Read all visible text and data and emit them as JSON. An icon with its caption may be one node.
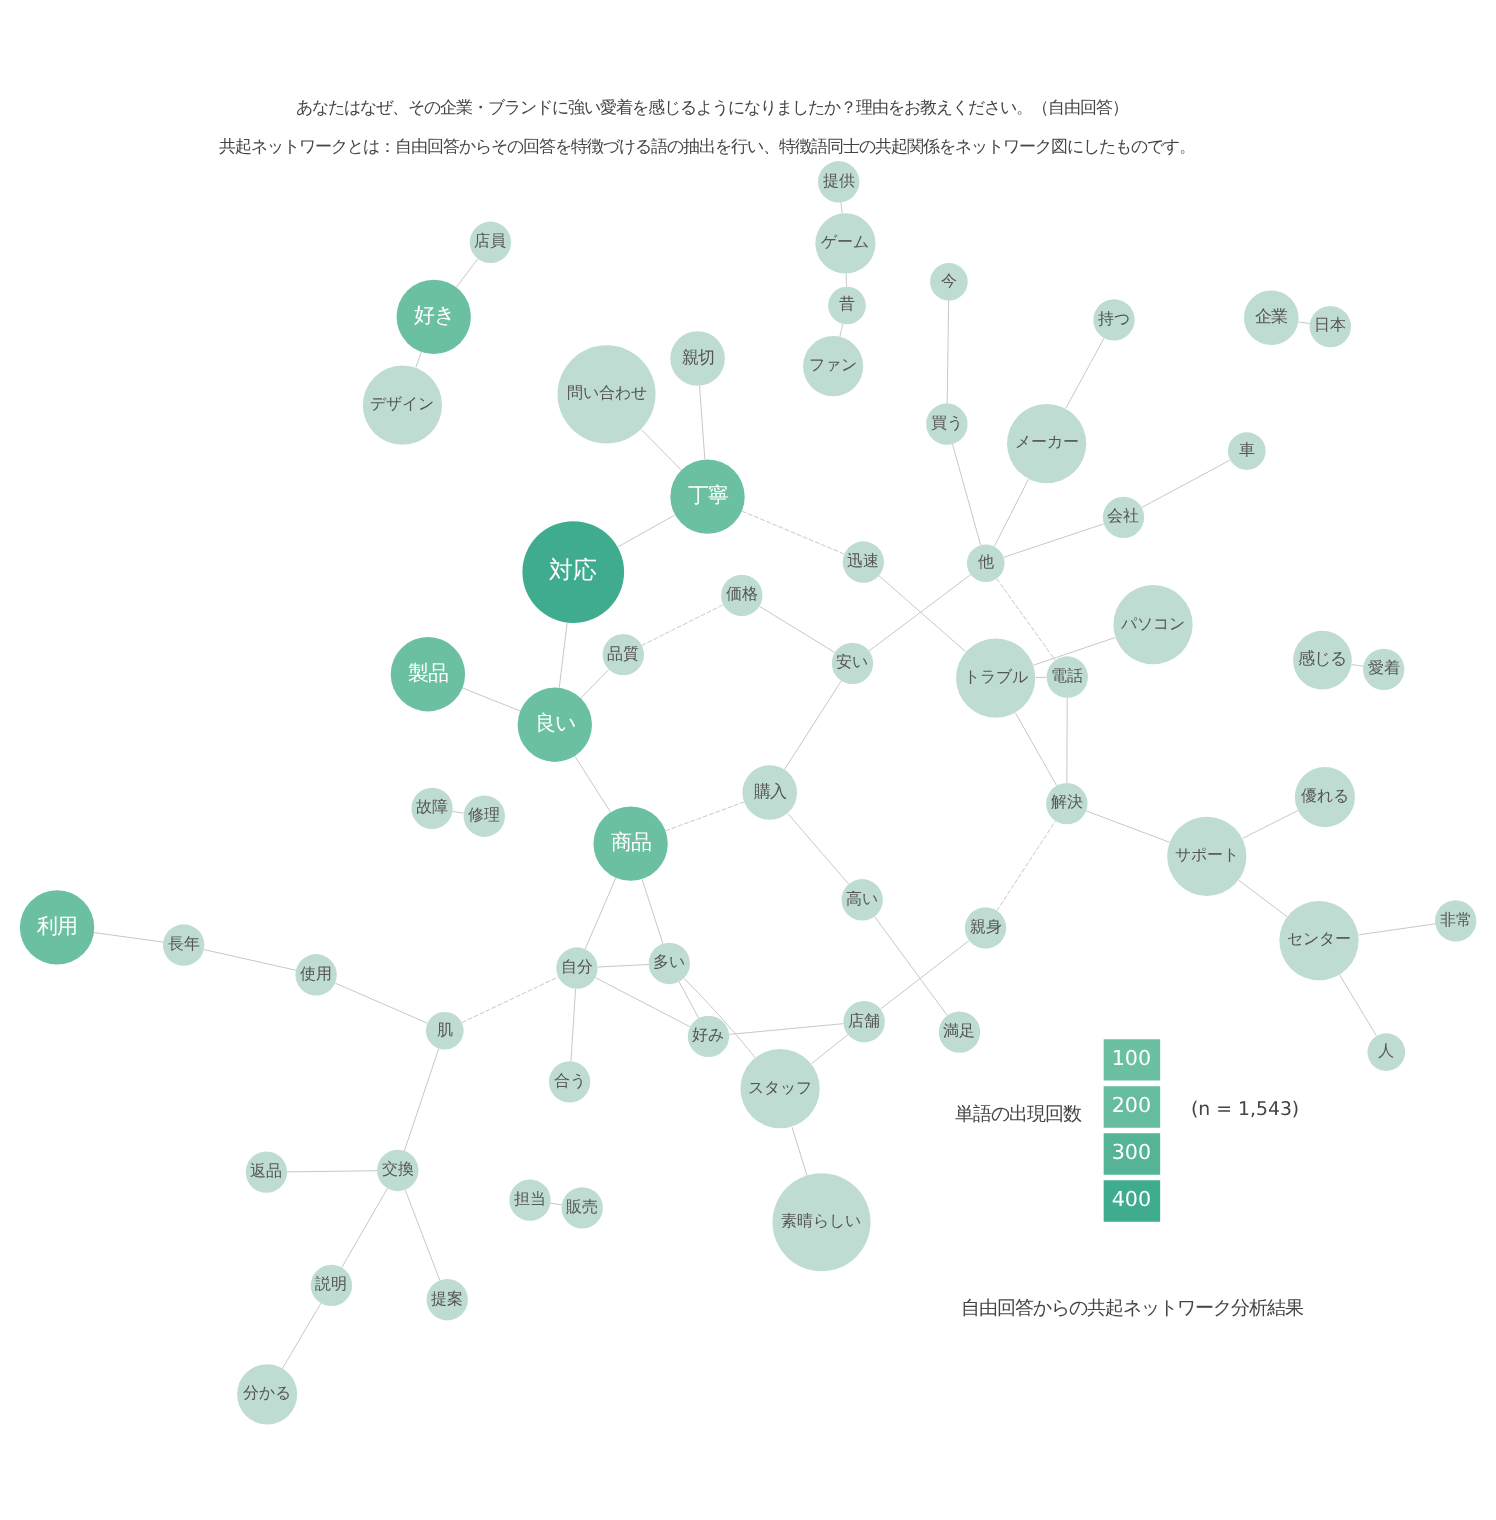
{
  "diagram": {
    "title": "あなたはなぜ、その企業・ブランドに強い愛着を感じるようになりましたか？理由をお教えください。（自由回答）",
    "caption": "共起ネットワークとは：自由回答からその回答を特徴づける語の抽出を行い、特徴語同士の共起関係をネットワーク図にしたものです。",
    "nodes": [
      {
        "text": [
          "製品"
        ]
      },
      {
        "text": [
          "良い"
        ]
      },
      {
        "text": [
          "商品"
        ]
      },
      {
        "text": [
          "対応"
        ]
      },
      {
        "text": [
          "丁寧"
        ]
      },
      {
        "text": [
          "利用"
        ]
      },
      {
        "text": [
          "好き"
        ]
      },
      {
        "text": [
          "合う"
        ]
      },
      {
        "text": [
          "自分"
        ]
      },
      {
        "text": [
          "好み"
        ]
      },
      {
        "text": [
          "店舗"
        ]
      },
      {
        "text": [
          "多い"
        ]
      },
      {
        "text": [
          "スタッフ"
        ]
      },
      {
        "text": [
          "素晴らしい"
        ]
      },
      {
        "text": [
          "親身"
        ]
      },
      {
        "text": [
          "問い合わせ"
        ]
      },
      {
        "text": [
          "親切"
        ]
      },
      {
        "text": [
          "提案"
        ]
      },
      {
        "text": [
          "返品"
        ]
      },
      {
        "text": [
          "交換"
        ]
      },
      {
        "text": [
          "肌"
        ]
      },
      {
        "text": [
          "説明"
        ]
      },
      {
        "text": [
          "分かる"
        ]
      },
      {
        "text": [
          "使用"
        ]
      },
      {
        "text": [
          "長年"
        ]
      },
      {
        "text": [
          "品質"
        ]
      },
      {
        "text": [
          "故障"
        ]
      },
      {
        "text": [
          "修理"
        ]
      },
      {
        "text": [
          "高い"
        ]
      },
      {
        "text": [
          "満足"
        ]
      },
      {
        "text": [
          "購入"
        ]
      },
      {
        "text": [
          "価格"
        ]
      },
      {
        "text": [
          "安い"
        ]
      },
      {
        "text": [
          "店員"
        ]
      },
      {
        "text": [
          "担当"
        ]
      },
      {
        "text": [
          "販売"
        ]
      },
      {
        "text": [
          "デザイン"
        ]
      },
      {
        "text": [
          "持つ"
        ]
      },
      {
        "text": [
          "メーカー"
        ]
      },
      {
        "text": [
          "他"
        ]
      },
      {
        "text": [
          "買う"
        ]
      },
      {
        "text": [
          "会社"
        ]
      },
      {
        "text": [
          "今"
        ]
      },
      {
        "text": [
          "車"
        ]
      },
      {
        "text": [
          "企業"
        ]
      },
      {
        "text": [
          "日本"
        ]
      },
      {
        "text": [
          "感じる"
        ]
      },
      {
        "text": [
          "愛着"
        ]
      },
      {
        "text": [
          "ファン"
        ]
      },
      {
        "text": [
          "昔"
        ]
      },
      {
        "text": [
          "ゲーム"
        ]
      },
      {
        "text": [
          "提供"
        ]
      },
      {
        "text": [
          "迅速"
        ]
      },
      {
        "text": [
          "パソコン"
        ]
      },
      {
        "text": [
          "解決"
        ]
      },
      {
        "text": [
          "トラブル"
        ]
      },
      {
        "text": [
          "電話"
        ]
      },
      {
        "text": [
          "サポート"
        ]
      },
      {
        "text": [
          "優れる"
        ]
      },
      {
        "text": [
          "非常"
        ]
      },
      {
        "text": [
          "センター"
        ]
      },
      {
        "text": [
          "人"
        ]
      }
    ],
    "edges": [
      {
        "from": 0,
        "to": 1,
        "arrow": "none"
      },
      {
        "from": 1,
        "to": 2,
        "arrow": "none"
      },
      {
        "from": 1,
        "to": 3,
        "arrow": "none"
      },
      {
        "from": 1,
        "to": 25,
        "arrow": "none"
      },
      {
        "from": 8,
        "to": 7,
        "arrow": "none"
      },
      {
        "from": 8,
        "to": 2,
        "arrow": "none"
      },
      {
        "from": 8,
        "to": 9,
        "arrow": "none"
      },
      {
        "from": 8,
        "to": 11,
        "arrow": "none"
      },
      {
        "from": 9,
        "to": 11,
        "arrow": "none"
      },
      {
        "from": 9,
        "to": 10,
        "arrow": "none"
      },
      {
        "from": 10,
        "to": 12,
        "arrow": "none"
      },
      {
        "from": 10,
        "to": 14,
        "arrow": "none"
      },
      {
        "from": 2,
        "to": 11,
        "arrow": "none"
      },
      {
        "from": 11,
        "to": 12,
        "arrow": "none"
      },
      {
        "from": 12,
        "to": 13,
        "arrow": "none"
      },
      {
        "from": 3,
        "to": 4,
        "arrow": "none"
      },
      {
        "from": 4,
        "to": 15,
        "arrow": "none"
      },
      {
        "from": 4,
        "to": 16,
        "arrow": "none"
      },
      {
        "from": 17,
        "to": 19,
        "arrow": "none"
      },
      {
        "from": 18,
        "to": 19,
        "arrow": "none"
      },
      {
        "from": 22,
        "to": 21,
        "arrow": "none"
      },
      {
        "from": 21,
        "to": 19,
        "arrow": "none"
      },
      {
        "from": 19,
        "to": 20,
        "arrow": "none"
      },
      {
        "from": 20,
        "to": 23,
        "arrow": "none"
      },
      {
        "from": 23,
        "to": 24,
        "arrow": "none"
      },
      {
        "from": 24,
        "to": 5,
        "arrow": "none"
      },
      {
        "from": 26,
        "to": 27,
        "arrow": "none"
      },
      {
        "from": 20,
        "to": 8,
        "arrow": "none",
        "style": "dashed"
      },
      {
        "from": 25,
        "to": 31,
        "arrow": "none",
        "style": "dashed"
      },
      {
        "from": 2,
        "to": 30,
        "arrow": "none",
        "style": "dashed"
      },
      {
        "from": 28,
        "to": 29,
        "arrow": "none"
      },
      {
        "from": 28,
        "to": 30,
        "arrow": "none"
      },
      {
        "from": 30,
        "to": 32,
        "arrow": "none"
      },
      {
        "from": 31,
        "to": 32,
        "arrow": "none"
      },
      {
        "from": 32,
        "to": 39,
        "arrow": "none"
      },
      {
        "from": 33,
        "to": 6,
        "arrow": "none"
      },
      {
        "from": 6,
        "to": 36,
        "arrow": "none"
      },
      {
        "from": 34,
        "to": 35,
        "arrow": "none"
      },
      {
        "from": 37,
        "to": 38,
        "arrow": "none"
      },
      {
        "from": 38,
        "to": 39,
        "arrow": "none"
      },
      {
        "from": 39,
        "to": 40,
        "arrow": "none"
      },
      {
        "from": 39,
        "to": 41,
        "arrow": "none"
      },
      {
        "from": 40,
        "to": 42,
        "arrow": "none"
      },
      {
        "from": 41,
        "to": 43,
        "arrow": "none"
      },
      {
        "from": 39,
        "to": 56,
        "arrow": "none",
        "style": "dashed"
      },
      {
        "from": 44,
        "to": 45,
        "arrow": "none"
      },
      {
        "from": 46,
        "to": 47,
        "arrow": "none"
      },
      {
        "from": 48,
        "to": 49,
        "arrow": "none"
      },
      {
        "from": 49,
        "to": 50,
        "arrow": "none"
      },
      {
        "from": 50,
        "to": 51,
        "arrow": "none"
      },
      {
        "from": 4,
        "to": 52,
        "arrow": "none",
        "style": "dashed"
      },
      {
        "from": 14,
        "to": 54,
        "arrow": "none",
        "style": "dashed"
      },
      {
        "from": 52,
        "to": 55,
        "arrow": "none"
      },
      {
        "from": 53,
        "to": 55,
        "arrow": "none"
      },
      {
        "from": 54,
        "to": 55,
        "arrow": "none"
      },
      {
        "from": 54,
        "to": 56,
        "arrow": "none"
      },
      {
        "from": 54,
        "to": 57,
        "arrow": "none"
      },
      {
        "from": 55,
        "to": 56,
        "arrow": "none"
      },
      {
        "from": 57,
        "to": 58,
        "arrow": "none"
      },
      {
        "from": 57,
        "to": 60,
        "arrow": "none"
      },
      {
        "from": 59,
        "to": 60,
        "arrow": "none"
      },
      {
        "from": 60,
        "to": 61,
        "arrow": "none"
      }
    ],
    "labels": [
      "自由回答からの共起ネットワーク分析結果",
      "単語の出現回数",
      "(n = 1,543)"
    ],
    "legend": [
      {
        "text": "100",
        "color": "#6cc0a2"
      },
      {
        "text": "200",
        "color": "#66bc9e"
      },
      {
        "text": "300",
        "color": "#56b496"
      },
      {
        "text": "400",
        "color": "#3fab8f"
      }
    ]
  }
}
